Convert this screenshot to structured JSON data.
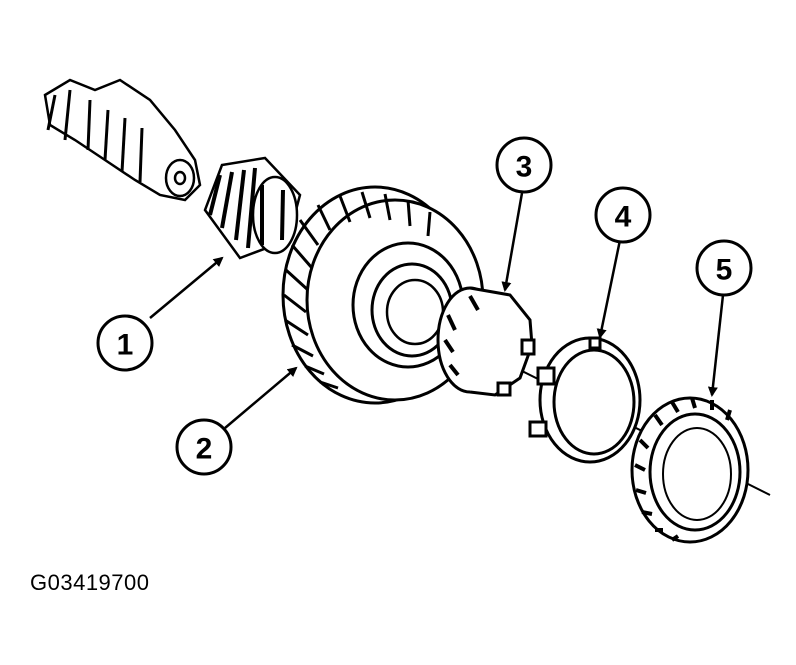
{
  "figure_id": "G03419700",
  "callouts": [
    {
      "label": "1"
    },
    {
      "label": "2"
    },
    {
      "label": "3"
    },
    {
      "label": "4"
    },
    {
      "label": "5"
    }
  ],
  "colors": {
    "ink": "#000000",
    "paper": "#ffffff"
  }
}
